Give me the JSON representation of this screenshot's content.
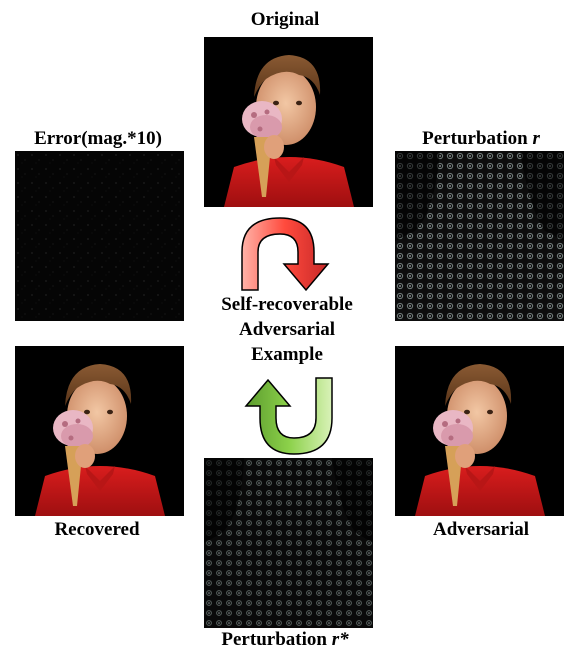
{
  "figure": {
    "labels": {
      "original": "Original",
      "error": "Error(mag.*10)",
      "perturbation_r_prefix": "Perturbation ",
      "perturbation_r_var": "r",
      "recovered": "Recovered",
      "adversarial": "Adversarial",
      "perturbation_rstar_prefix": "Perturbation ",
      "perturbation_rstar_var": "r*"
    },
    "center_text": [
      "Self-recoverable",
      "Adversarial",
      "Example"
    ],
    "colors": {
      "top_arrow": "#e53935",
      "bottom_arrow": "#7cb342",
      "panel_background": "#000000"
    }
  }
}
